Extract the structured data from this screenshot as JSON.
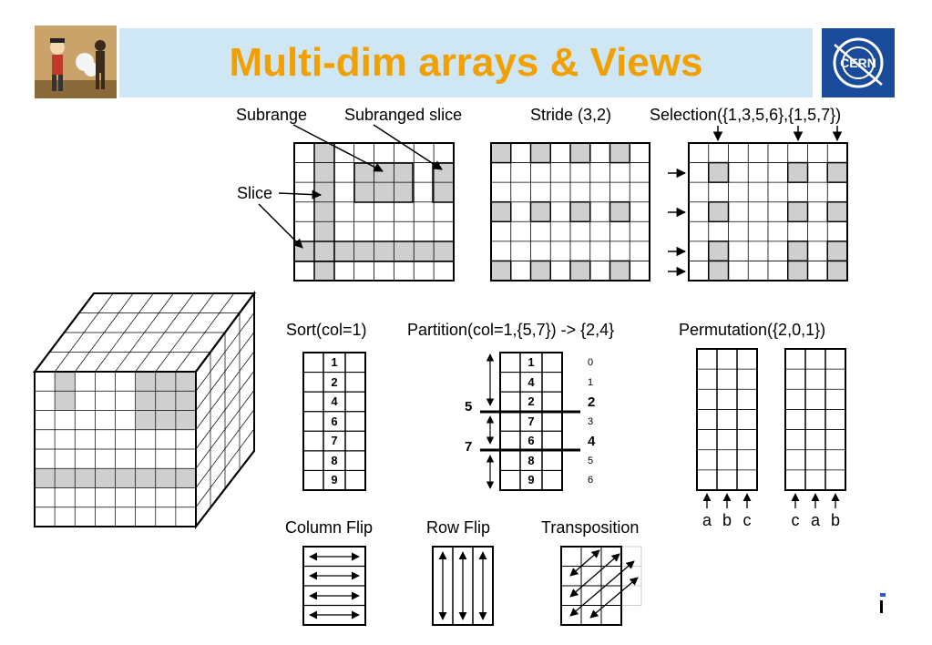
{
  "slide": {
    "title": "Multi-dim arrays & Views",
    "logo_text": "CERN"
  },
  "labels": {
    "subrange": "Subrange",
    "subranged_slice": "Subranged slice",
    "stride": "Stride (3,2)",
    "selection": "Selection({1,3,5,6},{1,5,7})",
    "slice": "Slice",
    "sort": "Sort(col=1)",
    "partition": "Partition(col=1,{5,7}) -> {2,4}",
    "permutation": "Permutation({2,0,1})",
    "column_flip": "Column Flip",
    "row_flip": "Row Flip",
    "transposition": "Transposition"
  },
  "sort_values": [
    "1",
    "2",
    "4",
    "6",
    "7",
    "8",
    "9"
  ],
  "partition": {
    "values": [
      "1",
      "4",
      "2",
      "7",
      "6",
      "8",
      "9"
    ],
    "indices": [
      "0",
      "1",
      "2",
      "3",
      "4",
      "5",
      "6"
    ],
    "split_labels": [
      "5",
      "7"
    ]
  },
  "permutation": {
    "before": [
      "a",
      "b",
      "c"
    ],
    "after": [
      "c",
      "a",
      "b"
    ]
  },
  "colors": {
    "banner": "#cfe6f5",
    "title": "#f0a000",
    "shade": "#cfcfcf",
    "logo": "#1a4a9a"
  }
}
